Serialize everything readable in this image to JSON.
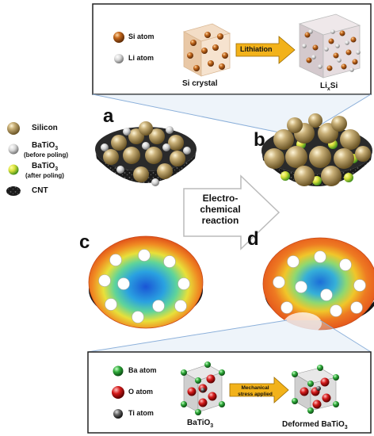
{
  "top_box": {
    "legend_si": "Si atom",
    "legend_li": "Li atom",
    "arrow_label": "Lithiation",
    "crystal_label": "Si crystal",
    "lixsi_label_main": "Li",
    "lixsi_label_sub": "x",
    "lixsi_label_end": "Si"
  },
  "legend": {
    "silicon": "Silicon",
    "batio3_before_main": "BaTiO",
    "batio3_before_sub": "3",
    "batio3_before_note": "(before poling)",
    "batio3_after_main": "BaTiO",
    "batio3_after_sub": "3",
    "batio3_after_note": "(after poling)",
    "cnt": "CNT"
  },
  "panels": {
    "a": "a",
    "b": "b",
    "c": "c",
    "d": "d"
  },
  "center_arrow": {
    "line1": "Electro-",
    "line2": "chemical",
    "line3": "reaction"
  },
  "bottom_box": {
    "legend_ba": "Ba atom",
    "legend_o": "O atom",
    "legend_ti": "Ti atom",
    "batio3_main": "BaTiO",
    "batio3_sub": "3",
    "arrow_line1": "Mechanical",
    "arrow_line2": "stress applied",
    "deformed_main": "Deformed BaTiO",
    "deformed_sub": "3"
  },
  "colors": {
    "silicon": "#b39a5a",
    "lithium": "#cfcfcf",
    "barium": "#2faa3a",
    "oxygen": "#d41a1a",
    "titanium": "#555555",
    "arrow_gold": "#f2b21a"
  }
}
